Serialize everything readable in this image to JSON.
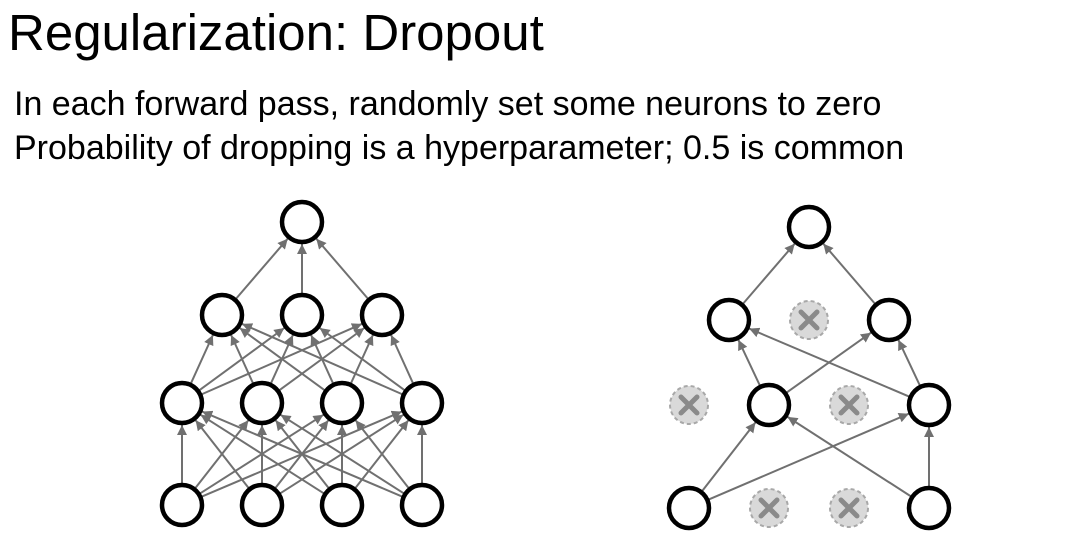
{
  "slide": {
    "title": "Regularization: Dropout",
    "bullets": [
      "In each forward pass, randomly set some neurons to zero",
      "Probability of dropping is a hyperparameter; 0.5 is common"
    ]
  },
  "colors": {
    "neuron_stroke": "#000000",
    "edge": "#707070",
    "dropped_fill": "#d9d9d9",
    "dropped_stroke": "#a8a8a8",
    "dropped_x": "#8a8a8a"
  },
  "networks": [
    {
      "name": "full-network",
      "layers": [
        4,
        4,
        3,
        1
      ],
      "dropped": [
        [],
        [],
        [],
        []
      ]
    },
    {
      "name": "dropout-network",
      "layers": [
        4,
        4,
        3,
        1
      ],
      "dropped": [
        [
          1,
          2
        ],
        [
          0,
          2
        ],
        [
          1
        ],
        []
      ]
    }
  ]
}
